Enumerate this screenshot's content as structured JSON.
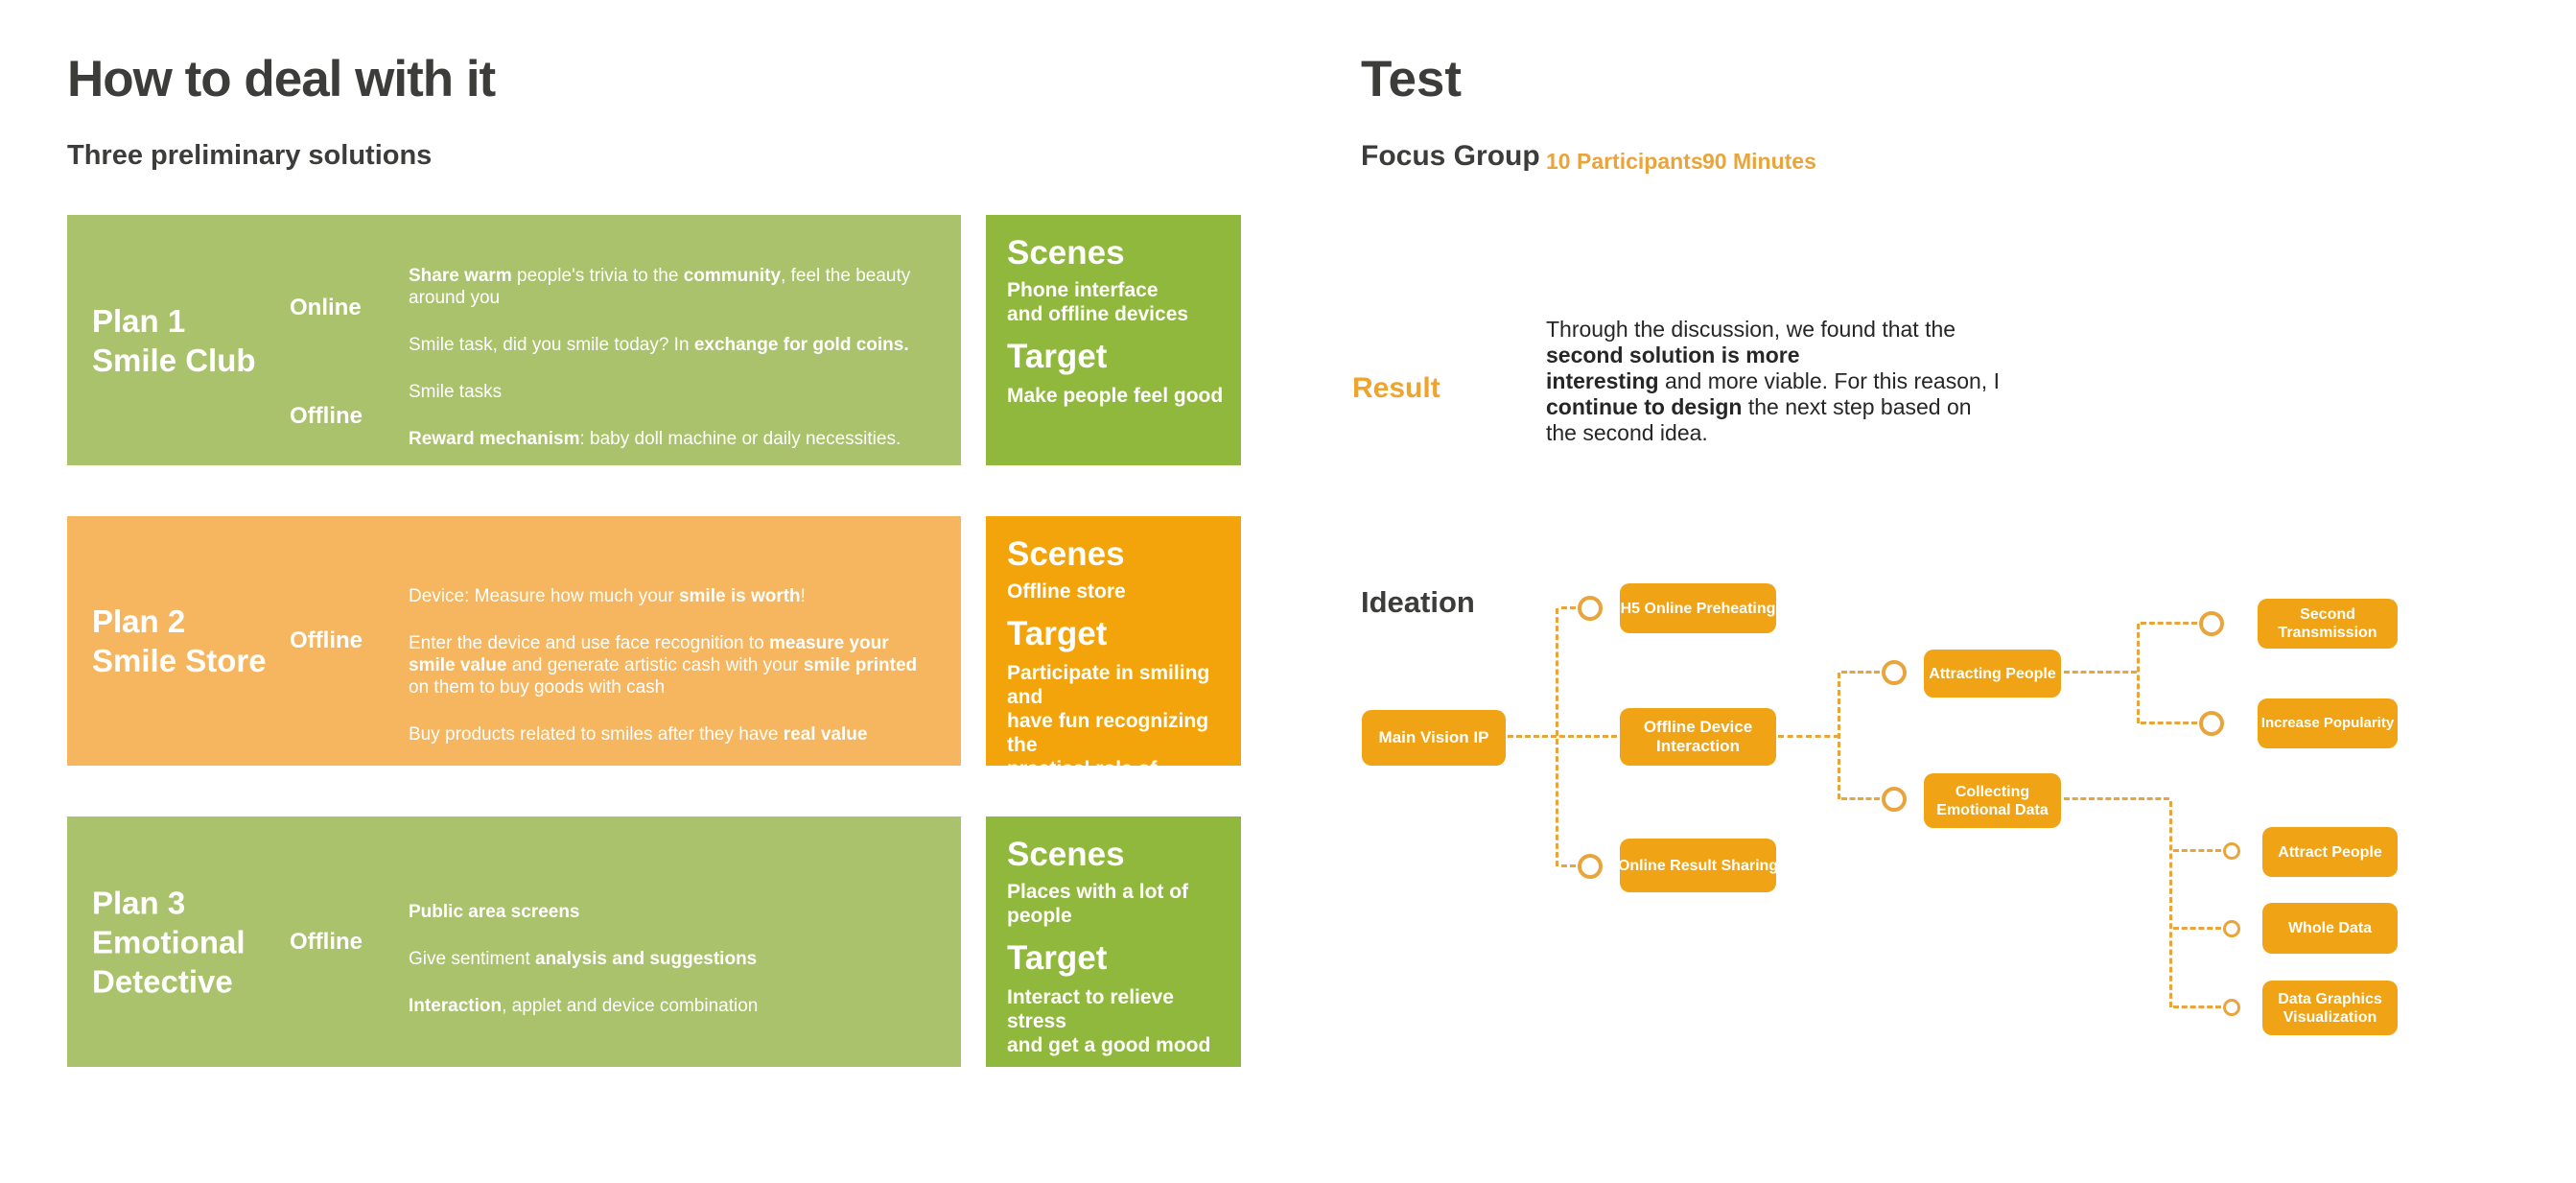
{
  "colors": {
    "green_light": "#A9C26B",
    "green_dark": "#90B83C",
    "orange_light": "#F6B660",
    "orange_vivid": "#F3A40B",
    "diagram_orange": "#F0A314",
    "connector_orange": "#E9A43C",
    "accent_text": "#E9A53C",
    "dark_text": "#3C3C3B"
  },
  "left": {
    "title": "How to deal with it",
    "subtitle": "Three preliminary solutions",
    "plans": [
      {
        "title_lines": [
          "Plan 1",
          "Smile Club"
        ],
        "card_bg": "#A9C26B",
        "panel_bg": "#90B83C",
        "modes": [
          {
            "label": "Online",
            "slot": "upper"
          },
          {
            "label": "Offline",
            "slot": "lower"
          }
        ],
        "paragraphs": [
          [
            {
              "t": "Share warm",
              "b": true
            },
            {
              "t": " people's trivia to the "
            },
            {
              "t": "community",
              "b": true
            },
            {
              "t": ", feel the beauty around you"
            }
          ],
          [
            {
              "t": "Smile task, did you smile today? In "
            },
            {
              "t": "exchange for gold coins.",
              "b": true
            }
          ],
          [
            {
              "t": "Smile tasks"
            }
          ],
          [
            {
              "t": "Reward mechanism",
              "b": true
            },
            {
              "t": ": baby doll machine or daily necessities."
            }
          ]
        ],
        "scenes_heading": "Scenes",
        "scenes_lines": [
          "Phone interface",
          "and offline devices"
        ],
        "target_heading": "Target",
        "target_lines": [
          [
            {
              "t": "Make people feel good"
            }
          ]
        ]
      },
      {
        "title_lines": [
          "Plan 2",
          "Smile Store"
        ],
        "card_bg": "#F6B660",
        "panel_bg": "#F3A40B",
        "modes": [
          {
            "label": "Offline",
            "slot": "middle"
          }
        ],
        "paragraphs": [
          [
            {
              "t": "Device: Measure how much your "
            },
            {
              "t": "smile is worth",
              "b": true
            },
            {
              "t": "!"
            }
          ],
          [
            {
              "t": "Enter the device and use face recognition to "
            },
            {
              "t": "measure your smile value",
              "b": true
            },
            {
              "t": " and generate artistic cash with your "
            },
            {
              "t": "smile printed",
              "b": true
            },
            {
              "t": " on them  to buy goods with cash"
            }
          ],
          [
            {
              "t": "Buy products related to smiles after they have "
            },
            {
              "t": "real value",
              "b": true
            }
          ]
        ],
        "scenes_heading": "Scenes",
        "scenes_lines": [
          "Offline store"
        ],
        "target_heading": "Target",
        "target_lines": [
          [
            {
              "t": "Participate in smiling and"
            }
          ],
          [
            {
              "t": "have fun recognizing the"
            }
          ],
          [
            {
              "t": "practical role of smiling",
              "b": true
            }
          ]
        ]
      },
      {
        "title_lines": [
          "Plan 3",
          "Emotional",
          "Detective"
        ],
        "card_bg": "#A9C26B",
        "panel_bg": "#90B83C",
        "modes": [
          {
            "label": "Offline",
            "slot": "middle"
          }
        ],
        "paragraphs": [
          [
            {
              "t": "Public area screens",
              "b": true
            }
          ],
          [
            {
              "t": "Give sentiment "
            },
            {
              "t": "analysis and suggestions",
              "b": true
            }
          ],
          [
            {
              "t": "Interaction",
              "b": true
            },
            {
              "t": ", applet and device combination"
            }
          ]
        ],
        "scenes_heading": "Scenes",
        "scenes_lines": [
          "Places with a lot of people"
        ],
        "target_heading": "Target",
        "target_lines": [
          [
            {
              "t": "Interact to "
            },
            {
              "t": "relieve stress",
              "b": true
            }
          ],
          [
            {
              "t": "and get a good mood"
            }
          ]
        ]
      }
    ]
  },
  "right": {
    "title": "Test",
    "focus_group": "Focus Group",
    "participants": "10 Participants",
    "minutes": "90 Minutes",
    "result_label": "Result",
    "result_lines": [
      [
        {
          "t": "Through the discussion, we found that the"
        }
      ],
      [
        {
          "t": "second solution is more",
          "b": true
        }
      ],
      [
        {
          "t": "interesting",
          "b": true
        },
        {
          "t": " and more viable. For this reason, I"
        }
      ],
      [
        {
          "t": "continue to design",
          "b": true
        },
        {
          "t": " the next step based on"
        }
      ],
      [
        {
          "t": "the second idea."
        }
      ]
    ],
    "ideation_label": "Ideation",
    "nodes": [
      {
        "id": "main-vision-ip",
        "label": "Main Vision IP"
      },
      {
        "id": "h5-online-preheating",
        "label": "H5 Online Preheating"
      },
      {
        "id": "offline-device-interaction",
        "label": "Offline Device\nInteraction"
      },
      {
        "id": "online-result-sharing",
        "label": "Online Result Sharing"
      },
      {
        "id": "attracting-people",
        "label": "Attracting People"
      },
      {
        "id": "collecting-emotional-data",
        "label": "Collecting\nEmotional Data"
      },
      {
        "id": "second-transmission",
        "label": "Second\nTransmission"
      },
      {
        "id": "increase-popularity",
        "label": "Increase Popularity"
      },
      {
        "id": "attract-people",
        "label": "Attract People"
      },
      {
        "id": "whole-data",
        "label": "Whole Data"
      },
      {
        "id": "data-graphics-visualization",
        "label": "Data Graphics\nVisualization"
      }
    ]
  }
}
